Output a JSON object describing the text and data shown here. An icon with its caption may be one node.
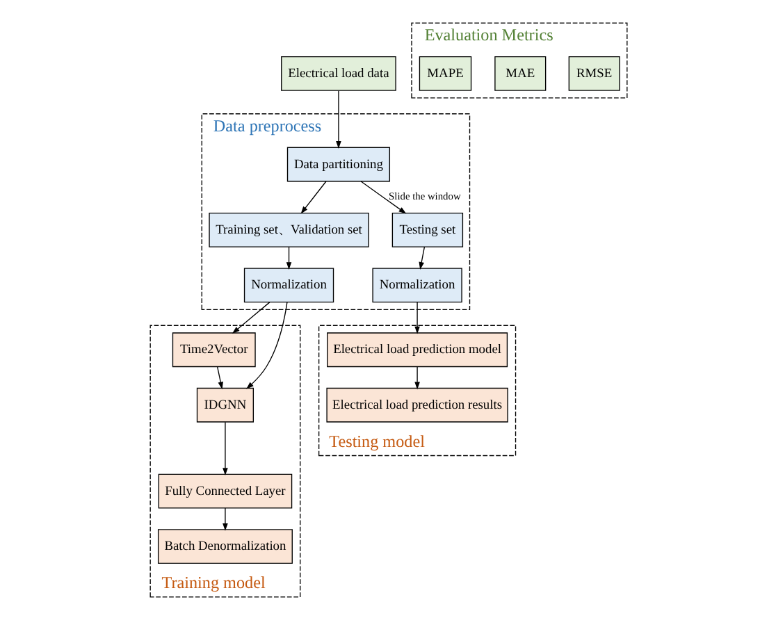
{
  "diagram": {
    "nodes": [
      {
        "text": [
          "Electrical load data"
        ]
      },
      {
        "text": [
          "Data preprocess"
        ]
      },
      {
        "text": [
          "Data partitioning"
        ],
        "in": 1
      },
      {
        "text": [
          "Training set、Validation set"
        ],
        "in": 1
      },
      {
        "text": [
          "Testing set"
        ],
        "in": 1
      },
      {
        "text": [
          "Normalization"
        ],
        "in": 1
      },
      {
        "text": [
          "Normalization"
        ],
        "in": 1
      },
      {
        "text": [
          "Training model"
        ]
      },
      {
        "text": [
          "Time2Vector"
        ],
        "in": 7
      },
      {
        "text": [
          "IDGNN"
        ],
        "in": 7
      },
      {
        "text": [
          "Fully Connected Layer"
        ],
        "in": 7
      },
      {
        "text": [
          "Batch Denormalization"
        ],
        "in": 7
      },
      {
        "text": [
          "Testing model"
        ]
      },
      {
        "text": [
          "Electrical load prediction model"
        ],
        "in": 12
      },
      {
        "text": [
          "Electrical load prediction results"
        ],
        "in": 12
      },
      {
        "text": [
          "Evaluation Metrics"
        ]
      },
      {
        "text": [
          "RMSE"
        ],
        "in": 15
      },
      {
        "text": [
          "MAE"
        ],
        "in": 15
      },
      {
        "text": [
          "MAPE"
        ],
        "in": 15
      }
    ],
    "edges": [
      {
        "from": 0,
        "to": 2,
        "arrow": "to"
      },
      {
        "from": 2,
        "to": 3,
        "arrow": "to"
      },
      {
        "from": 2,
        "to": 4,
        "arrow": "to",
        "label": "Slide the window"
      },
      {
        "from": 3,
        "to": 5,
        "arrow": "to"
      },
      {
        "from": 4,
        "to": 6,
        "arrow": "to"
      },
      {
        "from": 5,
        "to": 8,
        "arrow": "to"
      },
      {
        "from": 5,
        "to": 9,
        "arrow": "to"
      },
      {
        "from": 6,
        "to": 13,
        "arrow": "to"
      },
      {
        "from": 8,
        "to": 9,
        "arrow": "to"
      },
      {
        "from": 9,
        "to": 10,
        "arrow": "to"
      },
      {
        "from": 10,
        "to": 11,
        "arrow": "to"
      },
      {
        "from": 13,
        "to": 14,
        "arrow": "to"
      }
    ]
  }
}
